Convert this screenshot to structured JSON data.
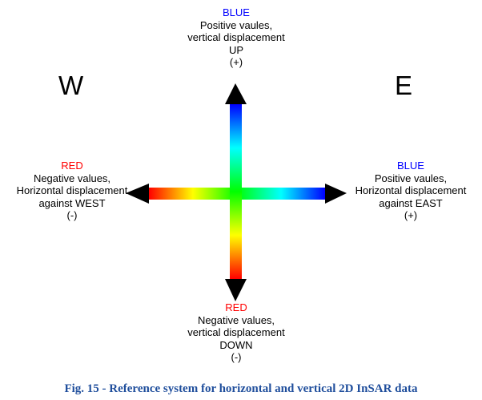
{
  "colors": {
    "red": "#ff0000",
    "blue": "#0000ff",
    "caption": "#1f4e9c",
    "arrowhead": "#000000"
  },
  "compass": {
    "west": "W",
    "east": "E"
  },
  "labels": {
    "up": {
      "color_word": "BLUE",
      "line1": "Positive vaules,",
      "line2": "vertical displacement",
      "line3": "UP",
      "sign": "(+)"
    },
    "down": {
      "color_word": "RED",
      "line1": "Negative values,",
      "line2": "vertical displacement",
      "line3": "DOWN",
      "sign": "(-)"
    },
    "west": {
      "color_word": "RED",
      "line1": "Negative values,",
      "line2": "Horizontal displacement",
      "line3": "against WEST",
      "sign": "(-)"
    },
    "east": {
      "color_word": "BLUE",
      "line1": "Positive vaules,",
      "line2": "Horizontal displacement",
      "line3": "against EAST",
      "sign": "(+)"
    }
  },
  "arrows": {
    "gradient_from_center": [
      "#00ff00",
      "#ffff00",
      "#ff0000"
    ],
    "gradient_positive_from_center": [
      "#00ff00",
      "#00ffff",
      "#0000ff"
    ]
  },
  "caption": "Fig. 15 - Reference system for horizontal and vertical 2D InSAR data"
}
